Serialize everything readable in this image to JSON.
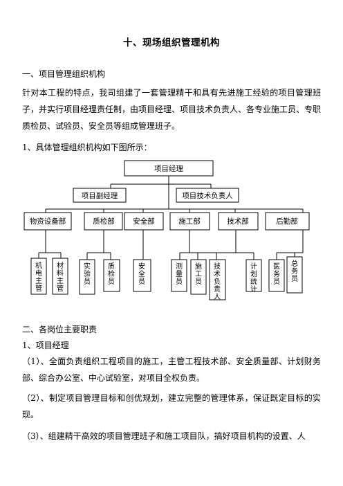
{
  "doc": {
    "title": "十、现场组织管理机构",
    "section1_heading": "一、项目管理组织机构",
    "section1_intro": "针对本工程的特点，我司组建了一套管理精干和具有先进施工经验的项目管理班子，并实行项目经理责任制，由项目经理、项目技术负责人、各专业施工员、专职质检员、试验员、安全员等组成管理班子。",
    "section1_sub": "1、具体管理组织机构如下图所示：",
    "section2_heading": "二、各岗位主要职责",
    "section2_sub1": "1、项目经理",
    "duty1": "（1）、全面负责组织工程项目的施工，主管工程技术部、安全质量部、计划财务部、综合办公室、中心试验室，对项目全权负责。",
    "duty2": "（2）、制定项目管理目标和创优规划，建立完整的管理体系，保证既定目标的实现。",
    "duty3": "（3）、组建精干高效的项目管理班子和施工项目队，搞好项目机构的设置、人"
  },
  "org_chart": {
    "top": "项目经理",
    "level2": [
      "项目副经理",
      "项目技术负责人"
    ],
    "departments": [
      "物资设备部",
      "质检部",
      "安全部",
      "施工部",
      "技术部",
      "后勤部"
    ],
    "staff": [
      {
        "chars": [
          "机",
          "电",
          "主",
          "管"
        ]
      },
      {
        "chars": [
          "材",
          "料",
          "主",
          "管"
        ]
      },
      {
        "chars": [
          "实",
          "验",
          "员"
        ]
      },
      {
        "chars": [
          "质",
          "检",
          "员"
        ]
      },
      {
        "chars": [
          "安",
          "全",
          "员"
        ]
      },
      {
        "chars": [
          "测",
          "量",
          "员"
        ]
      },
      {
        "chars": [
          "施",
          "工",
          "员"
        ]
      },
      {
        "chars": [
          "技",
          "术",
          "负",
          "责",
          "人"
        ]
      },
      {
        "chars": [
          "计",
          "划",
          "统",
          "计"
        ]
      },
      {
        "chars": [
          "医",
          "务",
          "员"
        ]
      },
      {
        "chars": [
          "总",
          "务",
          "员"
        ]
      }
    ]
  }
}
